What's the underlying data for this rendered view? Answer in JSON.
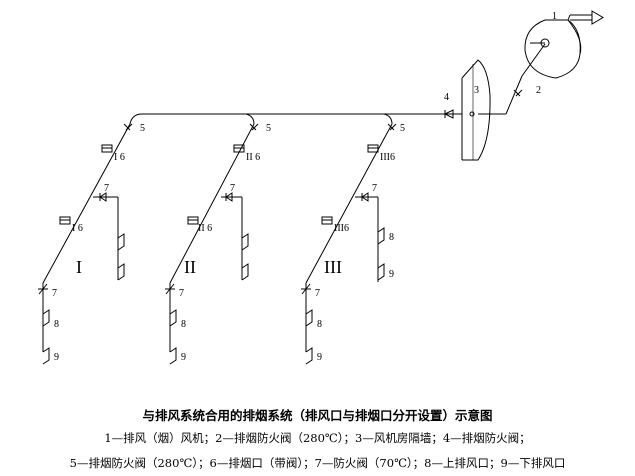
{
  "caption": {
    "title": "与排风系统合用的排烟系统（排风口与排烟口分开设置）示意图",
    "legend_line1": "1—排风（烟）风机；2—排烟防火阀（280℃）；3—风机房隔墙；4—排烟防火阀；",
    "legend_line2": "5—排烟防火阀（280℃）；6—排烟口（带阀）；7—防火阀（70℃）；8—上排风口；9—下排风口"
  },
  "labels": {
    "n1": "1",
    "n2": "2",
    "n3": "3",
    "n4": "4",
    "b1_5": "5",
    "b2_5": "5",
    "b3_5": "5",
    "b1_6a": "I 6",
    "b1_6b": "I 6",
    "b2_6a": "II 6",
    "b2_6b": "II 6",
    "b3_6a": "III6",
    "b3_6b": "III6",
    "b1_roman": "I",
    "b2_roman": "II",
    "b3_roman": "III",
    "b1_7a": "7",
    "b2_7a": "7",
    "b3_7a": "7",
    "b1_7b": "7",
    "b2_7b": "7",
    "b3_7b": "7",
    "b1_8": "8",
    "b2_8": "8",
    "b3_8a": "8",
    "b3_8b": "8",
    "b1_9": "9",
    "b2_9": "9",
    "b3_9a": "9",
    "b3_9b": "9"
  }
}
